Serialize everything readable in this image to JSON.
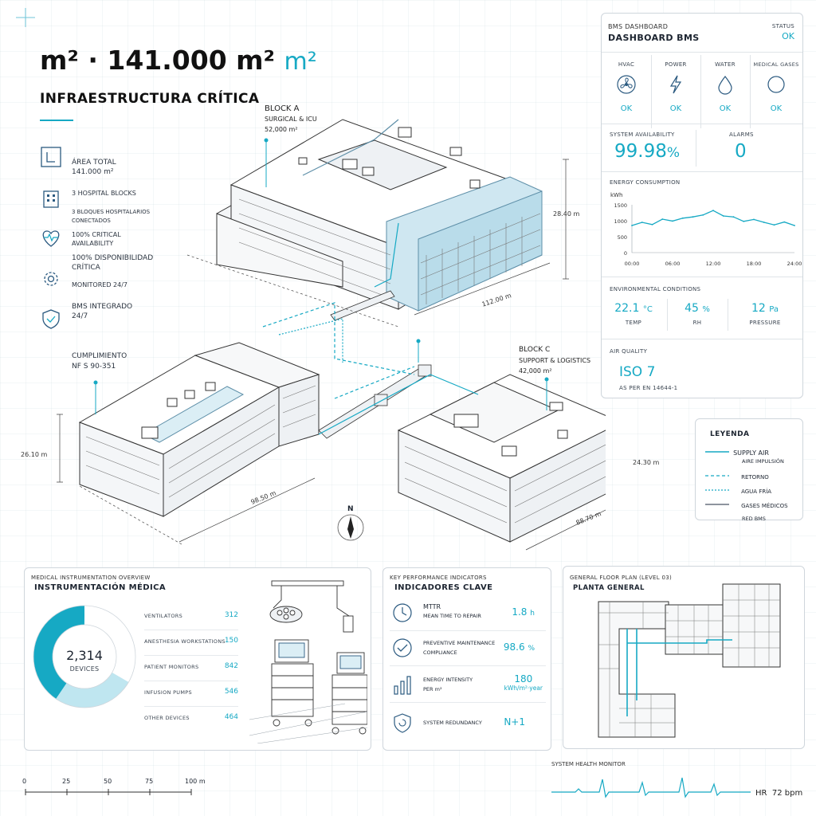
{
  "hero": {
    "headline": "m² · 141.000 m²",
    "headline_tail": "m²",
    "subtitle": "INFRAESTRUCTURA CRÍTICA"
  },
  "sidebar": {
    "items": [
      {
        "icon": "area-icon",
        "lines": [
          "ÁREA TOTAL",
          "141.000 m²"
        ]
      },
      {
        "icon": "hospital-icon",
        "lines": [
          "3 HOSPITAL BLOCKS"
        ]
      },
      {
        "icon": "hospital-subtext",
        "lines": [
          "3 BLOQUES HOSPITALARIOS",
          "CONECTADOS"
        ]
      },
      {
        "icon": "heartbeat-icon",
        "lines": [
          "100% CRITICAL",
          "AVAILABILITY"
        ]
      },
      {
        "icon": "availability-subtext",
        "lines": [
          "100% DISPONIBILIDAD",
          "CRÍTICA"
        ]
      },
      {
        "icon": "gear-icon",
        "lines": [
          "MONITORED 24/7"
        ]
      },
      {
        "icon": "shield-icon",
        "lines": [
          "BMS INTEGRADO",
          "24/7"
        ]
      }
    ],
    "compliance": [
      "CUMPLIMIENTO",
      "NF S 90-351"
    ]
  },
  "blocks": {
    "a": {
      "name": "BLOCK A",
      "use": "SURGICAL & ICU",
      "area": "52,000 m²",
      "height": "28.40 m",
      "length": "112.00 m"
    },
    "b": {
      "height": "26.10 m",
      "length": "98.50 m"
    },
    "c": {
      "name": "BLOCK C",
      "use": "SUPPORT & LOGISTICS",
      "area": "42,000 m²",
      "height": "24.30 m",
      "length": "88.70 m"
    },
    "north": "N"
  },
  "bms": {
    "ghost_title": "BMS DASHBOARD",
    "title": "DASHBOARD BMS",
    "status_label": "STATUS",
    "status_value": "OK",
    "systems": [
      {
        "label": "HVAC",
        "icon": "fan-icon",
        "value": "OK"
      },
      {
        "label": "POWER",
        "icon": "bolt-icon",
        "value": "OK"
      },
      {
        "label": "WATER",
        "icon": "drop-icon",
        "value": "OK"
      },
      {
        "label": "MEDICAL GASES",
        "icon": "circle-icon",
        "value": "OK"
      }
    ],
    "availability_label": "SYSTEM AVAILABILITY",
    "availability_value": "99.98",
    "availability_unit": "%",
    "alarms_label": "ALARMS",
    "alarms_value": "0",
    "energy_label": "ENERGY CONSUMPTION",
    "energy_unit": "kWh",
    "env_label": "ENVIRONMENTAL CONDITIONS",
    "env": [
      {
        "value": "22.1",
        "unit": "°C",
        "label": "TEMP"
      },
      {
        "value": "45",
        "unit": "%",
        "label": "RH"
      },
      {
        "value": "12",
        "unit": "Pa",
        "label": "PRESSURE"
      }
    ],
    "air_label": "AIR QUALITY",
    "air_value": "ISO 7",
    "air_note": "AS PER EN 14644-1"
  },
  "legend": {
    "title": "LEYENDA",
    "items": [
      {
        "label": "SUPPLY AIR",
        "sub": "AIRE IMPULSIÓN",
        "color": "#16a9c4",
        "style": "solid"
      },
      {
        "label": "RETORNO",
        "sub": "",
        "color": "#16a9c4",
        "style": "dashed"
      },
      {
        "label": "AGUA FRÍA",
        "sub": "",
        "color": "#16a9c4",
        "style": "dotted"
      },
      {
        "label": "GASES MÉDICOS",
        "sub": "RED BMS",
        "color": "#4a5563",
        "style": "solid"
      }
    ]
  },
  "instrumentation": {
    "ghost_title": "MEDICAL INSTRUMENTATION OVERVIEW",
    "title": "INSTRUMENTACIÓN MÉDICA",
    "total": "2,314",
    "total_label": "DEVICES",
    "rows": [
      {
        "label": "VENTILATORS",
        "value": "312"
      },
      {
        "label": "ANESTHESIA WORKSTATIONS",
        "value": "150"
      },
      {
        "label": "PATIENT MONITORS",
        "value": "842"
      },
      {
        "label": "INFUSION PUMPS",
        "value": "546"
      },
      {
        "label": "OTHER DEVICES",
        "value": "464"
      }
    ]
  },
  "kpi": {
    "ghost_title": "KEY PERFORMANCE INDICATORS",
    "title": "INDICADORES CLAVE",
    "rows": [
      {
        "icon": "clock-icon",
        "label": "MTTR",
        "sub": "MEAN TIME TO REPAIR",
        "value": "1.8",
        "unit": "h"
      },
      {
        "icon": "check-icon",
        "label": "PREVENTIVE MAINTENANCE",
        "sub": "COMPLIANCE",
        "value": "98.6",
        "unit": "%"
      },
      {
        "icon": "bar-chart-icon",
        "label": "ENERGY INTENSITY",
        "sub": "PER m²",
        "value": "180",
        "unit": "kWh/m²·year"
      },
      {
        "icon": "shield-icon",
        "label": "SYSTEM REDUNDANCY",
        "sub": "",
        "value": "N+1",
        "unit": ""
      }
    ]
  },
  "floorplan": {
    "ghost_title": "GENERAL FLOOR PLAN (LEVEL 03)",
    "title": "PLANTA GENERAL"
  },
  "scale": {
    "ticks": [
      "0",
      "25",
      "50",
      "75",
      "100 m"
    ]
  },
  "health": {
    "label": "SYSTEM HEALTH MONITOR",
    "hr_label": "HR",
    "hr_value": "72",
    "hr_unit": "bpm"
  },
  "chart_data": {
    "type": "line",
    "title": "ENERGY CONSUMPTION",
    "ylabel": "kWh",
    "x": [
      "00:00",
      "01:30",
      "03:00",
      "04:30",
      "06:00",
      "07:30",
      "09:00",
      "10:30",
      "12:00",
      "13:30",
      "15:00",
      "16:30",
      "18:00",
      "19:30",
      "21:00",
      "22:30",
      "24:00"
    ],
    "values": [
      850,
      950,
      880,
      1050,
      990,
      1080,
      1120,
      1180,
      1320,
      1150,
      1120,
      980,
      1040,
      950,
      870,
      960,
      850
    ],
    "xticks": [
      "00:00",
      "06:00",
      "12:00",
      "18:00",
      "24:00"
    ],
    "yticks": [
      "0",
      "500",
      "1000",
      "1500"
    ],
    "ylim": [
      0,
      1500
    ],
    "grid": false
  }
}
